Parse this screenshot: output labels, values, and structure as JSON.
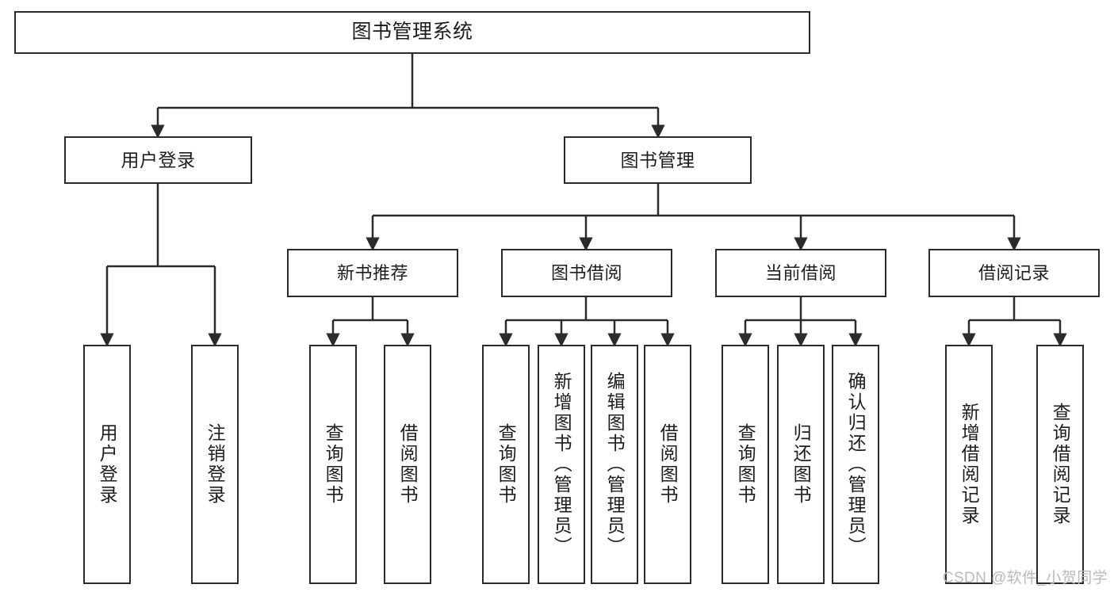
{
  "diagram": {
    "title": "图书管理系统",
    "root": {
      "label": "图书管理系统"
    },
    "level2": [
      {
        "label": "用户登录"
      },
      {
        "label": "图书管理"
      }
    ],
    "level3": [
      {
        "label": "新书推荐"
      },
      {
        "label": "图书借阅"
      },
      {
        "label": "当前借阅"
      },
      {
        "label": "借阅记录"
      }
    ],
    "leaves": {
      "user_login": [
        {
          "label": "用户登录"
        },
        {
          "label": "注销登录"
        }
      ],
      "new_book_recommend": [
        {
          "label": "查询图书"
        },
        {
          "label": "借阅图书"
        }
      ],
      "book_borrow": [
        {
          "label": "查询图书"
        },
        {
          "label": "新增图书（管理员）"
        },
        {
          "label": "编辑图书（管理员）"
        },
        {
          "label": "借阅图书"
        }
      ],
      "current_borrow": [
        {
          "label": "查询图书"
        },
        {
          "label": "归还图书"
        },
        {
          "label": "确认归还（管理员）"
        }
      ],
      "borrow_record": [
        {
          "label": "新增借阅记录"
        },
        {
          "label": "查询借阅记录"
        }
      ]
    }
  },
  "watermark": {
    "text": "CSDN @软件_小贺同学"
  },
  "colors": {
    "stroke": "#2b2b2b",
    "background": "#ffffff",
    "text": "#1d1d1d",
    "watermark": "#b9b9b9"
  }
}
